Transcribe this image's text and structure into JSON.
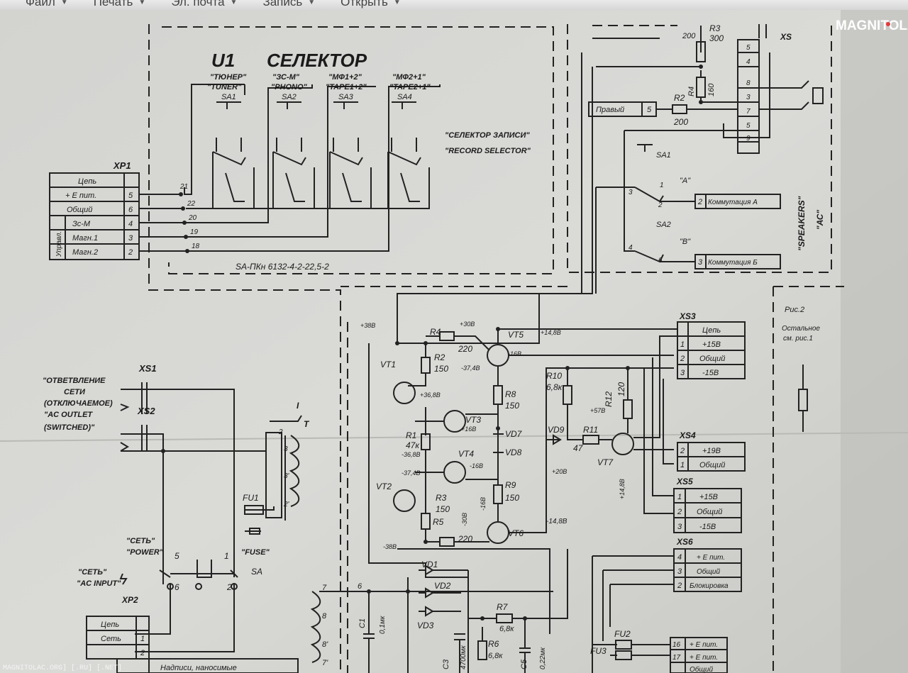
{
  "menu": [
    {
      "label": "Файл",
      "has_dropdown": true
    },
    {
      "label": "Печать",
      "has_dropdown": true
    },
    {
      "label": "Эл. почта",
      "has_dropdown": true
    },
    {
      "label": "Запись",
      "has_dropdown": true
    },
    {
      "label": "Открыть",
      "has_dropdown": true
    }
  ],
  "watermark": {
    "logo": "MAGNITOLA",
    "footer": "MAGNITOLAC.ORG] [.RU] [.NET]"
  },
  "selector": {
    "unit": "U1",
    "title": "СЕЛЕКТОР",
    "inputs_ru": [
      "\"ТЮНЕР\"",
      "\"ЗС-М\"",
      "\"МФ1+2\"",
      "\"МФ2+1\""
    ],
    "inputs_en": [
      "\"TUNER\"",
      "\"PHONO\"",
      "\"TAPE1+2\"",
      "\"TAPE2+1\""
    ],
    "switches": [
      "SA1",
      "SA2",
      "SA3",
      "SA4"
    ],
    "record_ru": "\"СЕЛЕКТОР ЗАПИСИ\"",
    "record_en": "\"RECORD SELECTOR\"",
    "part_note": "SA-ПКн 6132-4-2-22,5-2",
    "pin_nums": [
      "21",
      "22",
      "20",
      "19",
      "18"
    ]
  },
  "xp1": {
    "name": "XP1",
    "rows": [
      {
        "label": "Цепь",
        "pin": ""
      },
      {
        "label": "+ Е пит.",
        "pin": "5"
      },
      {
        "label": "Общий",
        "pin": "6"
      },
      {
        "label": "Зс-М",
        "pin": "4"
      },
      {
        "label": "Магн.1",
        "pin": "3"
      },
      {
        "label": "Магн.2",
        "pin": "2"
      }
    ],
    "group": "Управл."
  },
  "speakers": {
    "xs": "XS",
    "resistors": [
      {
        "name": "R3",
        "value": "300"
      },
      {
        "name": "R4",
        "value": "160"
      },
      {
        "name": "R2",
        "value": "200"
      }
    ],
    "top_value": "200",
    "right_label": "Правый",
    "right_pin": "5",
    "conn_pins": [
      "5",
      "4",
      "8",
      "3",
      "7",
      "5",
      "9"
    ],
    "switches": [
      "SA1",
      "SA2"
    ],
    "a_label": "\"А\"",
    "b_label": "\"В\"",
    "comm_a": {
      "pin": "2",
      "label": "Коммутация А"
    },
    "comm_b": {
      "pin": "3",
      "label": "Коммутация Б"
    },
    "vertical": "\"SPEAKERS\"",
    "vertical2": "\"АС\"",
    "sw_pins": [
      "3",
      "1",
      "2",
      "4",
      "6"
    ]
  },
  "note": {
    "title": "Рис.2",
    "line1": "Остальное",
    "line2": "см. рис.1"
  },
  "mains": {
    "xs1": "XS1",
    "xs2": "XS2",
    "outlet": [
      "\"ОТВЕТВЛЕНИЕ",
      "СЕТИ",
      "(ОТКЛЮЧАЕМОЕ)",
      "\"AC OUTLET",
      "(SWITCHED)\""
    ],
    "transformer": "T",
    "t_roman": "I",
    "winding": [
      "2",
      "3",
      "3'",
      "2'"
    ],
    "fu1": "FU1",
    "power": [
      "\"СЕТЬ\"",
      "\"POWER\""
    ],
    "fuse": "\"FUSE\"",
    "input": [
      "\"СЕТЬ\"",
      "\"AC INPUT\""
    ],
    "sa": "SA",
    "sw_pins": [
      "5",
      "1",
      "6",
      "2"
    ],
    "xp2": {
      "name": "XP2",
      "rows": [
        {
          "label": "Цепь",
          "pin": ""
        },
        {
          "label": "Сеть",
          "pin": "1"
        },
        {
          "label": "",
          "pin": "2"
        }
      ]
    }
  },
  "psu": {
    "components": [
      {
        "name": "R4",
        "value": "220"
      },
      {
        "name": "R2",
        "value": "150"
      },
      {
        "name": "VT1",
        "value": ""
      },
      {
        "name": "VT5",
        "value": ""
      },
      {
        "name": "R8",
        "value": "150"
      },
      {
        "name": "VT3",
        "value": ""
      },
      {
        "name": "R1",
        "value": "47к"
      },
      {
        "name": "VD7",
        "value": ""
      },
      {
        "name": "VD8",
        "value": ""
      },
      {
        "name": "VT4",
        "value": ""
      },
      {
        "name": "VT2",
        "value": ""
      },
      {
        "name": "R3",
        "value": "150"
      },
      {
        "name": "R9",
        "value": "150"
      },
      {
        "name": "R5",
        "value": "220"
      },
      {
        "name": "VT6",
        "value": ""
      },
      {
        "name": "R10",
        "value": "6,8к"
      },
      {
        "name": "R12",
        "value": "120"
      },
      {
        "name": "VD9",
        "value": ""
      },
      {
        "name": "R11",
        "value": "47"
      },
      {
        "name": "VT7",
        "value": ""
      }
    ],
    "voltages": [
      "+38В",
      "+30В",
      "+14,8В",
      "-16В",
      "-37,4В",
      "+36,8В",
      "+16В",
      "-36,8В",
      "-16В",
      "-37,4В",
      "-38В",
      "-30В",
      "-16В",
      "-14,8В",
      "+57В",
      "+20В",
      "+14,8В"
    ]
  },
  "xs3": {
    "name": "XS3",
    "rows": [
      {
        "pin": "",
        "label": "Цепь"
      },
      {
        "pin": "1",
        "label": "+15В"
      },
      {
        "pin": "2",
        "label": "Общий"
      },
      {
        "pin": "3",
        "label": "-15В"
      }
    ]
  },
  "xs4": {
    "name": "XS4",
    "rows": [
      {
        "pin": "2",
        "label": "+19В"
      },
      {
        "pin": "1",
        "label": "Общий"
      }
    ]
  },
  "xs5": {
    "name": "XS5",
    "rows": [
      {
        "pin": "1",
        "label": "+15В"
      },
      {
        "pin": "2",
        "label": "Общий"
      },
      {
        "pin": "3",
        "label": "-15В"
      }
    ]
  },
  "xs6": {
    "name": "XS6",
    "rows": [
      {
        "pin": "4",
        "label": "+ Е пит."
      },
      {
        "pin": "3",
        "label": "Общий"
      },
      {
        "pin": "2",
        "label": "Блокировка"
      }
    ]
  },
  "bottom": {
    "components": [
      {
        "name": "VD1",
        "value": ""
      },
      {
        "name": "VD2",
        "value": ""
      },
      {
        "name": "VD3",
        "value": ""
      },
      {
        "name": "R7",
        "value": "6,8к"
      },
      {
        "name": "R6",
        "value": "6,8к"
      },
      {
        "name": "C1",
        "value": "0,1мк"
      },
      {
        "name": "C3",
        "value": "4700мк"
      },
      {
        "name": "C5",
        "value": "0,22мк"
      },
      {
        "name": "FU2",
        "value": ""
      },
      {
        "name": "FU3",
        "value": ""
      }
    ],
    "tr_pins": [
      "7",
      "6",
      "8",
      "8'",
      "7'"
    ],
    "bottom_conn": [
      {
        "pin": "16",
        "label": "+ Е пит."
      },
      {
        "pin": "17",
        "label": "+ Е пит."
      },
      {
        "pin": "",
        "label": "Общий"
      }
    ],
    "note": "Надписи, наносимые"
  }
}
